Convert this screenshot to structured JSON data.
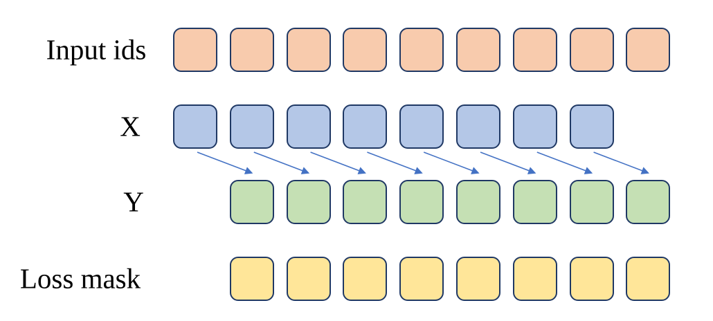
{
  "diagram": {
    "rows": [
      {
        "id": "input-ids",
        "label": "Input ids",
        "square_count": 9,
        "fill": "#F8CBAD",
        "col_offset": 0
      },
      {
        "id": "x",
        "label": "X",
        "square_count": 8,
        "fill": "#B4C7E7",
        "col_offset": 0
      },
      {
        "id": "y",
        "label": "Y",
        "square_count": 8,
        "fill": "#C5E0B4",
        "col_offset": 1
      },
      {
        "id": "loss-mask",
        "label": "Loss mask",
        "square_count": 8,
        "fill": "#FFE699",
        "col_offset": 1
      }
    ],
    "arrows": {
      "count": 8,
      "from_row": "x",
      "to_row": "y",
      "relation": "each X token points to the next-position Y token (shift right by one)",
      "color": "#4472C4"
    },
    "colors": {
      "square_border": "#1F3864",
      "arrow": "#4472C4",
      "label_text": "#000000",
      "background": "#FFFFFF"
    }
  }
}
